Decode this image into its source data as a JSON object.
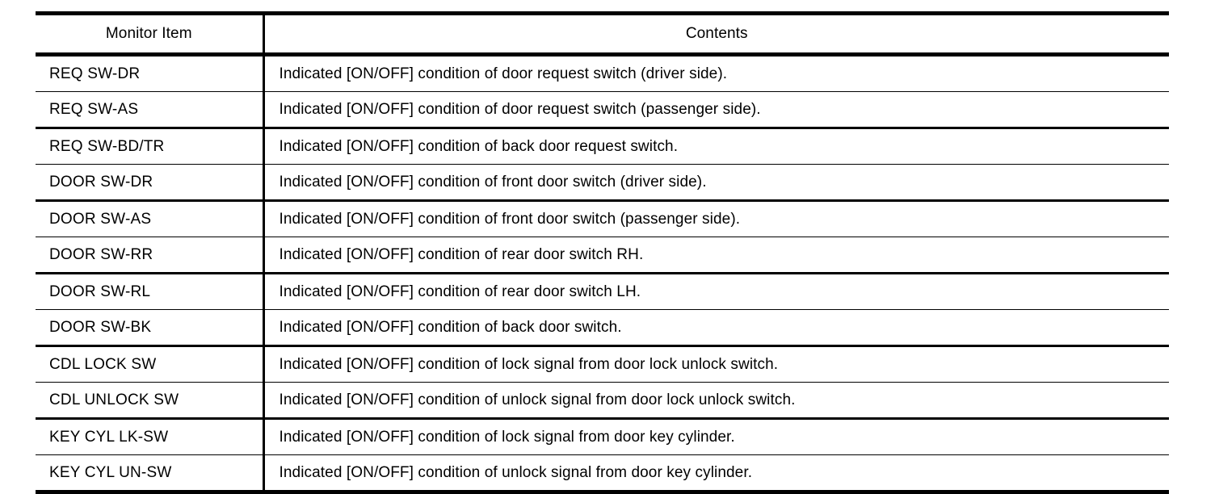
{
  "table": {
    "columns": [
      {
        "key": "monitor_item",
        "header": "Monitor Item"
      },
      {
        "key": "contents",
        "header": "Contents"
      }
    ],
    "rows": [
      {
        "monitor_item": "REQ SW-DR",
        "contents": "Indicated [ON/OFF] condition of door request switch (driver side)."
      },
      {
        "monitor_item": "REQ SW-AS",
        "contents": "Indicated [ON/OFF] condition of door request switch (passenger side)."
      },
      {
        "monitor_item": "REQ SW-BD/TR",
        "contents": "Indicated [ON/OFF] condition of back door request switch."
      },
      {
        "monitor_item": "DOOR SW-DR",
        "contents": "Indicated [ON/OFF] condition of front door switch (driver side)."
      },
      {
        "monitor_item": "DOOR SW-AS",
        "contents": "Indicated [ON/OFF] condition of front door switch (passenger side)."
      },
      {
        "monitor_item": "DOOR SW-RR",
        "contents": "Indicated [ON/OFF] condition of rear door switch RH."
      },
      {
        "monitor_item": "DOOR SW-RL",
        "contents": "Indicated [ON/OFF] condition of rear door switch LH."
      },
      {
        "monitor_item": "DOOR SW-BK",
        "contents": "Indicated [ON/OFF] condition of back door switch."
      },
      {
        "monitor_item": "CDL LOCK SW",
        "contents": "Indicated [ON/OFF] condition of lock signal from door lock unlock switch."
      },
      {
        "monitor_item": "CDL UNLOCK SW",
        "contents": "Indicated [ON/OFF] condition of unlock signal from door lock unlock switch."
      },
      {
        "monitor_item": "KEY CYL LK-SW",
        "contents": "Indicated [ON/OFF] condition of lock signal from door key cylinder."
      },
      {
        "monitor_item": "KEY CYL UN-SW",
        "contents": "Indicated [ON/OFF] condition of unlock signal from door key cylinder."
      }
    ]
  },
  "style": {
    "text_color": "#000000",
    "background_color": "#ffffff",
    "rule_color": "#000000"
  }
}
